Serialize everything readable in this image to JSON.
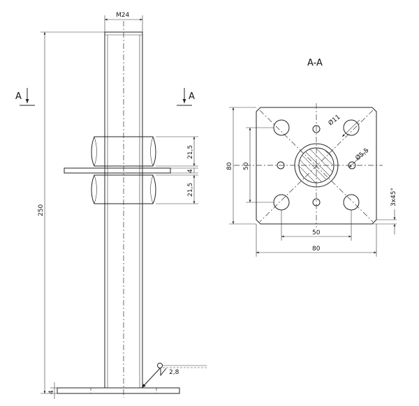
{
  "labels": {
    "thread": "M24",
    "section_left": "A",
    "section_right": "A",
    "section_title": "A-A",
    "total_length": "250",
    "nut_height_top": "21,5",
    "washer_thick": "4",
    "nut_height_bottom": "21,5",
    "base_thick": "4",
    "weld": "2,8",
    "plate_side_vert": "80",
    "hole_spacing_vert": "50",
    "hole_spacing_horiz": "50",
    "plate_side_horiz": "80",
    "big_hole_dia": "Ø11",
    "small_hole_dia": "Ø5,5",
    "chamfer": "3x45°"
  }
}
